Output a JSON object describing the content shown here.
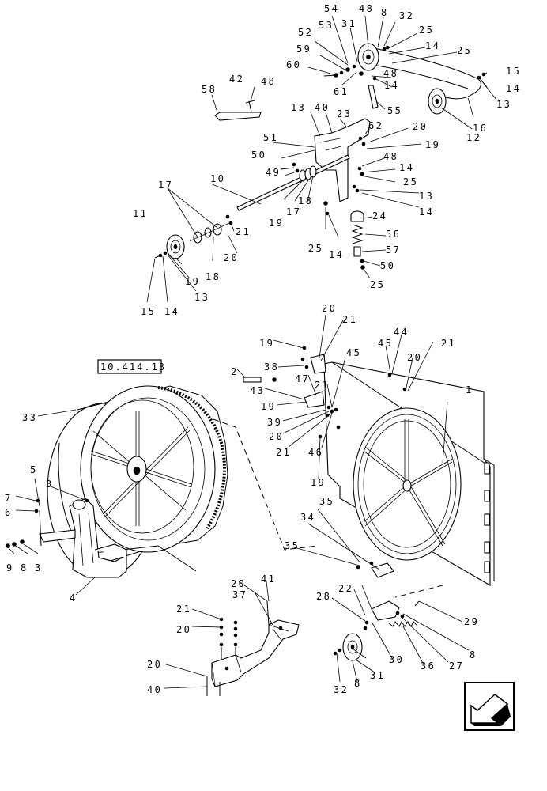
{
  "reference_box": {
    "text": "10.414.13"
  },
  "callouts": [
    {
      "id": "c1",
      "text": "54"
    },
    {
      "id": "c2",
      "text": "48"
    },
    {
      "id": "c3",
      "text": "8"
    },
    {
      "id": "c4",
      "text": "32"
    },
    {
      "id": "c5",
      "text": "31"
    },
    {
      "id": "c6",
      "text": "53"
    },
    {
      "id": "c7",
      "text": "52"
    },
    {
      "id": "c8",
      "text": "25"
    },
    {
      "id": "c9",
      "text": "14"
    },
    {
      "id": "c10",
      "text": "25"
    },
    {
      "id": "c11",
      "text": "59"
    },
    {
      "id": "c12",
      "text": "60"
    },
    {
      "id": "c13",
      "text": "61"
    },
    {
      "id": "c14",
      "text": "48"
    },
    {
      "id": "c15",
      "text": "14"
    },
    {
      "id": "c16",
      "text": "15"
    },
    {
      "id": "c17",
      "text": "14"
    },
    {
      "id": "c18",
      "text": "13"
    },
    {
      "id": "c19",
      "text": "42"
    },
    {
      "id": "c20",
      "text": "48"
    },
    {
      "id": "c21",
      "text": "58"
    },
    {
      "id": "c22",
      "text": "55"
    },
    {
      "id": "c23",
      "text": "16"
    },
    {
      "id": "c24",
      "text": "12"
    },
    {
      "id": "c25",
      "text": "13"
    },
    {
      "id": "c26",
      "text": "40"
    },
    {
      "id": "c27",
      "text": "23"
    },
    {
      "id": "c28",
      "text": "62"
    },
    {
      "id": "c29",
      "text": "20"
    },
    {
      "id": "c30",
      "text": "51"
    },
    {
      "id": "c31",
      "text": "19"
    },
    {
      "id": "c32",
      "text": "50"
    },
    {
      "id": "c33",
      "text": "48"
    },
    {
      "id": "c34",
      "text": "14"
    },
    {
      "id": "c35",
      "text": "49"
    },
    {
      "id": "c36",
      "text": "25"
    },
    {
      "id": "c37",
      "text": "10"
    },
    {
      "id": "c38",
      "text": "17"
    },
    {
      "id": "c39",
      "text": "18"
    },
    {
      "id": "c40",
      "text": "13"
    },
    {
      "id": "c41",
      "text": "14"
    },
    {
      "id": "c42",
      "text": "19"
    },
    {
      "id": "c43",
      "text": "17"
    },
    {
      "id": "c44",
      "text": "24"
    },
    {
      "id": "c45",
      "text": "11"
    },
    {
      "id": "c46",
      "text": "21"
    },
    {
      "id": "c47",
      "text": "56"
    },
    {
      "id": "c48",
      "text": "20"
    },
    {
      "id": "c49",
      "text": "25"
    },
    {
      "id": "c50",
      "text": "14"
    },
    {
      "id": "c51",
      "text": "57"
    },
    {
      "id": "c52",
      "text": "19"
    },
    {
      "id": "c53",
      "text": "18"
    },
    {
      "id": "c54",
      "text": "50"
    },
    {
      "id": "c55",
      "text": "13"
    },
    {
      "id": "c56",
      "text": "25"
    },
    {
      "id": "c57",
      "text": "15"
    },
    {
      "id": "c58",
      "text": "14"
    },
    {
      "id": "c59",
      "text": "20"
    },
    {
      "id": "c60",
      "text": "21"
    },
    {
      "id": "c61",
      "text": "19"
    },
    {
      "id": "c62",
      "text": "44"
    },
    {
      "id": "c63",
      "text": "45"
    },
    {
      "id": "c64",
      "text": "45"
    },
    {
      "id": "c65",
      "text": "21"
    },
    {
      "id": "c66",
      "text": "20"
    },
    {
      "id": "c67",
      "text": "2"
    },
    {
      "id": "c68",
      "text": "38"
    },
    {
      "id": "c69",
      "text": "47"
    },
    {
      "id": "c70",
      "text": "43"
    },
    {
      "id": "c71",
      "text": "21"
    },
    {
      "id": "c72",
      "text": "1"
    },
    {
      "id": "c73",
      "text": "19"
    },
    {
      "id": "c74",
      "text": "39"
    },
    {
      "id": "c75",
      "text": "20"
    },
    {
      "id": "c76",
      "text": "21"
    },
    {
      "id": "c77",
      "text": "46"
    },
    {
      "id": "c78",
      "text": "19"
    },
    {
      "id": "c79",
      "text": "33"
    },
    {
      "id": "c80",
      "text": "5"
    },
    {
      "id": "c81",
      "text": "3"
    },
    {
      "id": "c82",
      "text": "7"
    },
    {
      "id": "c83",
      "text": "6"
    },
    {
      "id": "c84",
      "text": "35"
    },
    {
      "id": "c85",
      "text": "34"
    },
    {
      "id": "c86",
      "text": "35"
    },
    {
      "id": "c87",
      "text": "9"
    },
    {
      "id": "c88",
      "text": "8"
    },
    {
      "id": "c89",
      "text": "3"
    },
    {
      "id": "c90",
      "text": "4"
    },
    {
      "id": "c91",
      "text": "20"
    },
    {
      "id": "c92",
      "text": "41"
    },
    {
      "id": "c93",
      "text": "37"
    },
    {
      "id": "c94",
      "text": "22"
    },
    {
      "id": "c95",
      "text": "28"
    },
    {
      "id": "c96",
      "text": "29"
    },
    {
      "id": "c97",
      "text": "21"
    },
    {
      "id": "c98",
      "text": "20"
    },
    {
      "id": "c99",
      "text": "8"
    },
    {
      "id": "c100",
      "text": "20"
    },
    {
      "id": "c101",
      "text": "30"
    },
    {
      "id": "c102",
      "text": "36"
    },
    {
      "id": "c103",
      "text": "27"
    },
    {
      "id": "c104",
      "text": "40"
    },
    {
      "id": "c105",
      "text": "32"
    },
    {
      "id": "c106",
      "text": "8"
    },
    {
      "id": "c107",
      "text": "31"
    }
  ],
  "icons": {
    "next_page": "arrow-lower-left-icon"
  }
}
